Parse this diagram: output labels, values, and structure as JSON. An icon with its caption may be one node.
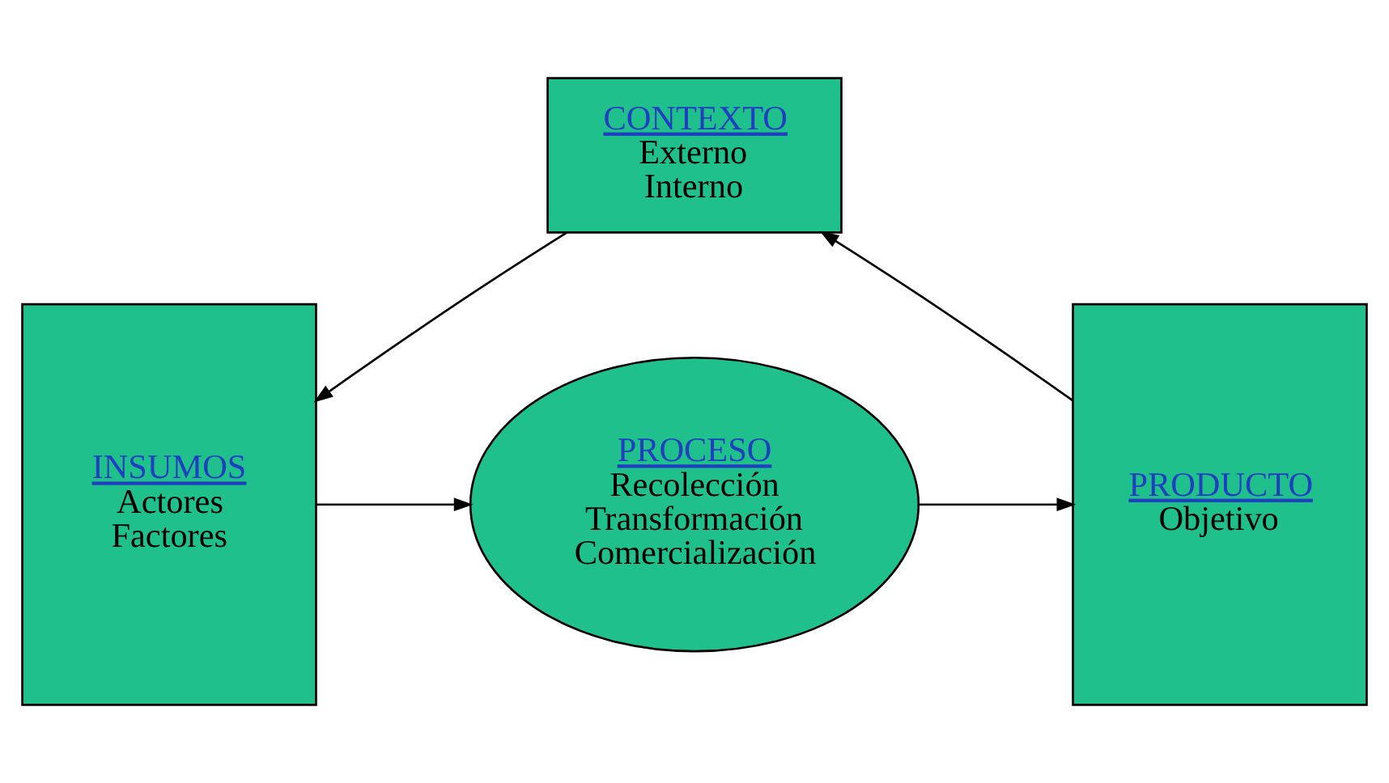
{
  "diagram": {
    "nodes": [
      {
        "text": [
          "CONTEXTO",
          "Externo",
          "Interno"
        ]
      },
      {
        "text": [
          "INSUMOS",
          "Actores",
          "Factores"
        ]
      },
      {
        "text": [
          "PROCESO",
          "Recolección",
          "Transformación",
          "Comercialización"
        ]
      },
      {
        "text": [
          "PRODUCTO",
          "Objetivo"
        ]
      }
    ],
    "edges": [
      {
        "from": 0,
        "to": 1,
        "arrow": "to"
      },
      {
        "from": 1,
        "to": 2,
        "arrow": "to"
      },
      {
        "from": 2,
        "to": 3,
        "arrow": "to"
      },
      {
        "from": 3,
        "to": 0,
        "arrow": "to"
      }
    ]
  }
}
